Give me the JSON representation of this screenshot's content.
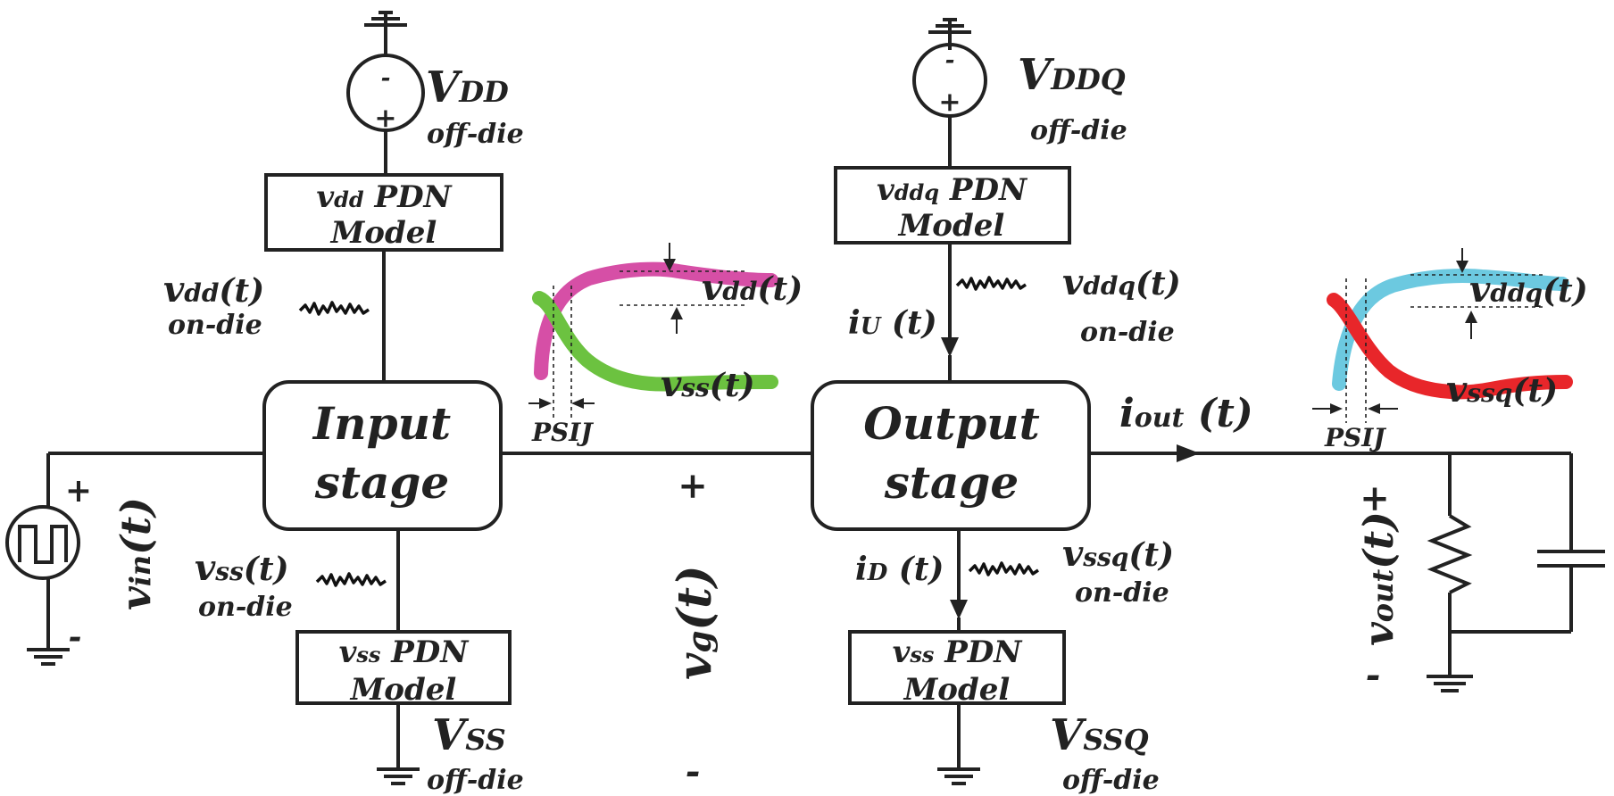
{
  "colors": {
    "vdd_trace": "#d64fa6",
    "vss_trace": "#6cc240",
    "vddq_trace": "#6cc9e0",
    "vssq_trace": "#e8262a",
    "wire": "#222222"
  },
  "vdd_source": {
    "label_main": "V",
    "label_sub": "DD",
    "location": "off-die",
    "minus": "-",
    "plus": "+"
  },
  "vddq_source": {
    "label_main": "V",
    "label_sub": "DDQ",
    "location": "off-die",
    "minus": "-",
    "plus": "+"
  },
  "vss_supply": {
    "label_main": "V",
    "label_sub": "SS",
    "location": "off-die"
  },
  "vssq_supply": {
    "label_main": "V",
    "label_sub": "SSQ",
    "location": "off-die"
  },
  "pdn_vdd": {
    "label_v": "v",
    "label_sub": "dd",
    "label_rest": " PDN",
    "line2": "Model"
  },
  "pdn_vddq": {
    "label_v": "v",
    "label_sub": "ddq",
    "label_rest": " PDN",
    "line2": "Model"
  },
  "pdn_vss_in": {
    "label_v": "v",
    "label_sub": "ss",
    "label_rest": " PDN",
    "line2": "Model"
  },
  "pdn_vss_out": {
    "label_v": "v",
    "label_sub": "ss",
    "label_rest": " PDN",
    "line2": "Model"
  },
  "input_stage": {
    "line1": "Input",
    "line2": "stage"
  },
  "output_stage": {
    "line1": "Output",
    "line2": "stage"
  },
  "vdd_ondie": {
    "v": "v",
    "sub": "dd",
    "arg": "(t)",
    "location": "on-die"
  },
  "vss_ondie": {
    "v": "v",
    "sub": "ss",
    "arg": "(t)",
    "location": "on-die"
  },
  "vddq_ondie": {
    "v": "v",
    "sub": "ddq",
    "arg": "(t)",
    "location": "on-die"
  },
  "vssq_ondie": {
    "v": "v",
    "sub": "ssq",
    "arg": "(t)",
    "location": "on-die"
  },
  "iu": {
    "i": "i",
    "sub": "U",
    "arg": " (t)"
  },
  "id": {
    "i": "i",
    "sub": "D",
    "arg": " (t)"
  },
  "iout": {
    "i": "i",
    "sub": "out",
    "arg": " (t)"
  },
  "vin": {
    "v": "v",
    "sub": "in",
    "arg": "(t)",
    "plus": "+",
    "minus": "-"
  },
  "vg": {
    "v": "v",
    "sub": "g",
    "arg": "(t)",
    "plus": "+",
    "minus": "-"
  },
  "vout": {
    "v": "v",
    "sub": "out",
    "arg": "(t)",
    "plus": "+",
    "minus": "-"
  },
  "inset_input": {
    "top_v": "v",
    "top_sub": "dd",
    "top_arg": "(t)",
    "bot_v": "v",
    "bot_sub": "ss",
    "bot_arg": "(t)",
    "psij": "PSIJ"
  },
  "inset_output": {
    "top_v": "v",
    "top_sub": "ddq",
    "top_arg": "(t)",
    "bot_v": "v",
    "bot_sub": "ssq",
    "bot_arg": "(t)",
    "psij": "PSIJ"
  }
}
